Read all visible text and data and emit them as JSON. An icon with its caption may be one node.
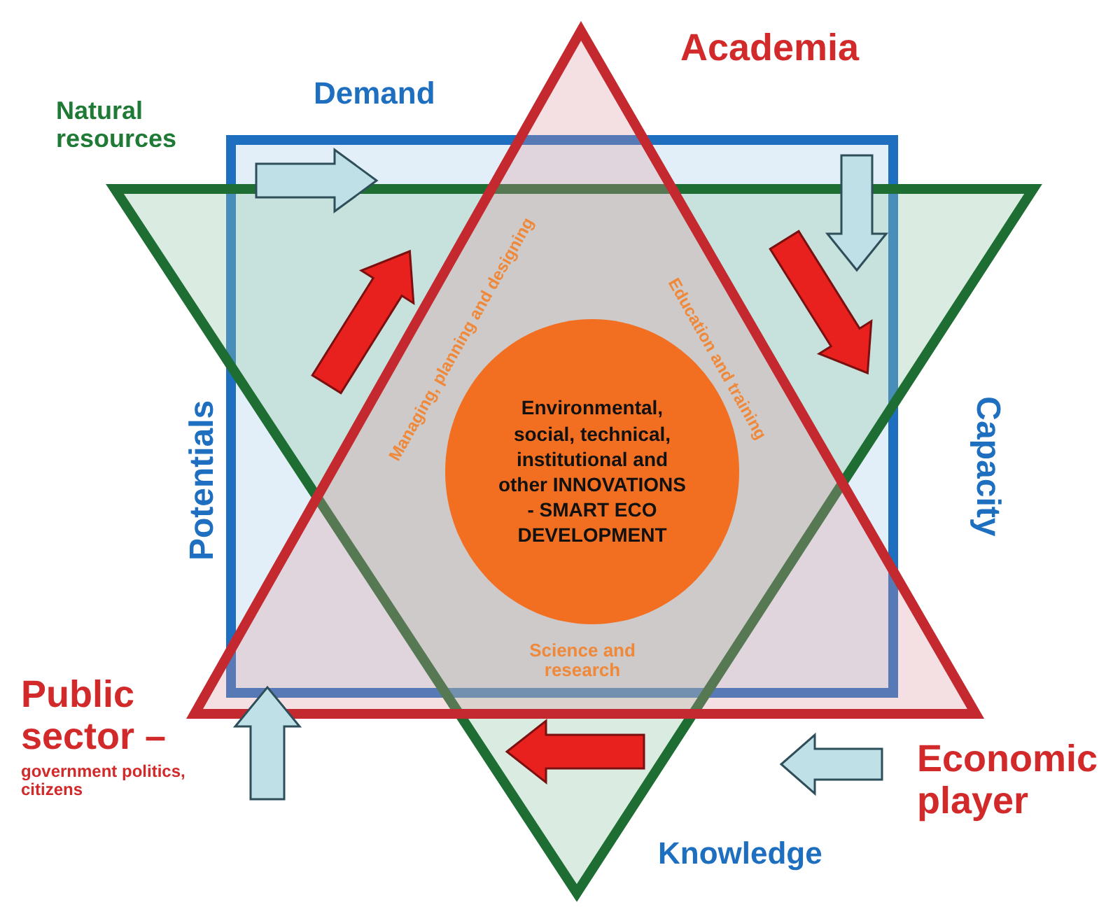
{
  "diagram": {
    "nodes": [
      {
        "text": [
          "Environmental, social, technical, institutional and other INNOVATIONS - SMART ECO DEVELOPMENT"
        ]
      }
    ],
    "labels": [
      "Academia",
      "Natural resources",
      "Demand",
      "Managing, planning and designing",
      "Education and training",
      "Potentials",
      "Capacity",
      "Science and research",
      "Public sector –",
      "government politics, citizens",
      "Economic player",
      "Knowledge"
    ]
  }
}
